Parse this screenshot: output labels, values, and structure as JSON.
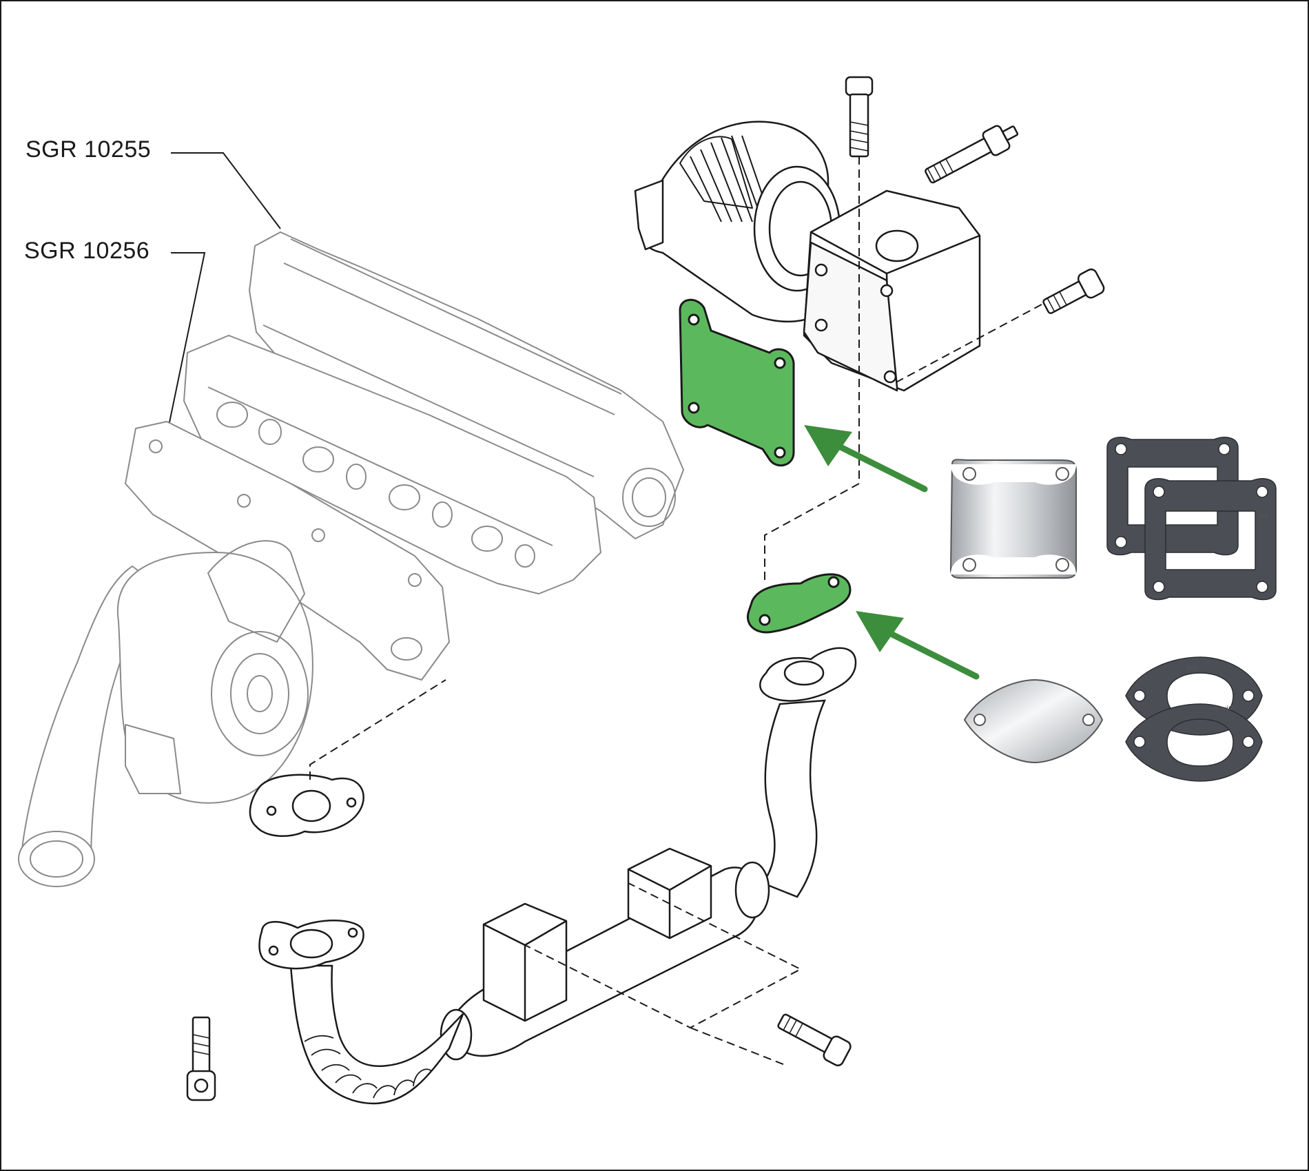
{
  "labels": {
    "part_1": "SGR 10255",
    "part_2": "SGR 10256"
  },
  "gasket_print": {
    "mark_a": "BE",
    "mark_b": "MB",
    "mark_c": "ade with"
  },
  "colors": {
    "line": "#1a1a1a",
    "highlight_fill": "#5cb85c",
    "arrow": "#3c8d3c",
    "gasket_grey": "#4b4f55",
    "plate_steel": "#c9ccd0"
  }
}
